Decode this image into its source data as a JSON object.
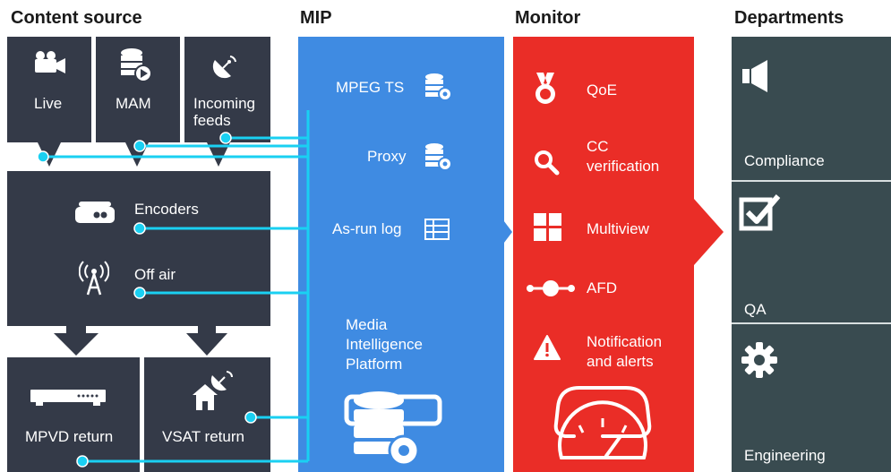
{
  "headers": {
    "content_source": "Content source",
    "mip": "MIP",
    "monitor": "Monitor",
    "departments": "Departments"
  },
  "content_source": {
    "live": "Live",
    "mam": "MAM",
    "incoming_feeds_1": "Incoming",
    "incoming_feeds_2": "feeds",
    "encoders": "Encoders",
    "off_air": "Off air",
    "mpvd_return": "MPVD return",
    "vsat_return": "VSAT return"
  },
  "mip": {
    "mpeg_ts": "MPEG TS",
    "proxy": "Proxy",
    "as_run_log": "As-run log",
    "platform_1": "Media",
    "platform_2": "Intelligence",
    "platform_3": "Platform"
  },
  "monitor": {
    "qoe": "QoE",
    "cc_1": "CC",
    "cc_2": "verification",
    "multiview": "Multiview",
    "afd": "AFD",
    "notif_1": "Notification",
    "notif_2": "and alerts"
  },
  "departments": {
    "compliance": "Compliance",
    "qa": "QA",
    "engineering": "Engineering"
  },
  "colors": {
    "dark_box": "#343a48",
    "mip_blue": "#3f8be2",
    "monitor_red": "#ea2d27",
    "dept_teal": "#394b50",
    "connector_cyan": "#1ad0f2"
  },
  "icons": [
    "video-camera-icon",
    "database-play-icon",
    "satellite-dish-icon",
    "encoder-device-icon",
    "broadcast-tower-icon",
    "set-top-box-icon",
    "house-satellite-icon",
    "database-gear-icon",
    "table-grid-icon",
    "server-gear-icon",
    "medal-icon",
    "magnifier-icon",
    "grid-icon",
    "afd-slider-icon",
    "warning-icon",
    "gauge-icon",
    "megaphone-icon",
    "checkbox-icon",
    "gear-icon"
  ]
}
